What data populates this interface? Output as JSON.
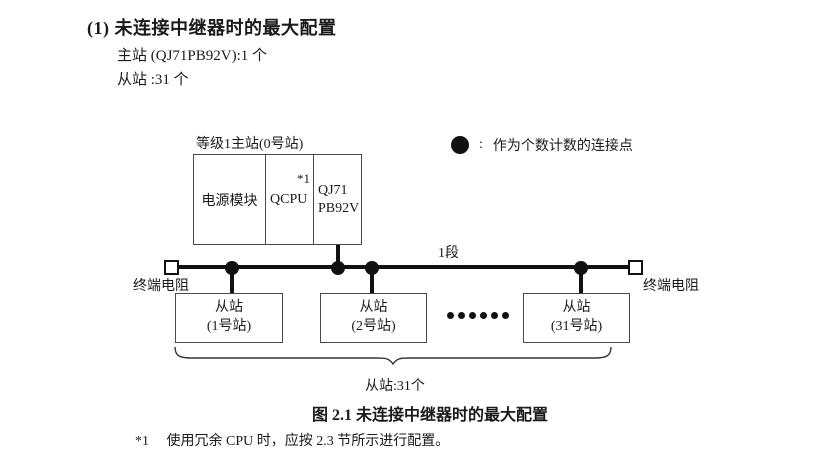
{
  "page": {
    "background": "#ffffff",
    "text_color": "#1a1a1a",
    "line_color": "#111111"
  },
  "header": {
    "title": "(1) 未连接中继器时的最大配置",
    "master_count_line": "主站 (QJ71PB92V):1 个",
    "slave_count_line": "从站 :31 个"
  },
  "diagram": {
    "master": {
      "label": "等级1主站(0号站)",
      "cells": [
        {
          "name": "电源模块"
        },
        {
          "name": "QCPU",
          "note": "*1"
        },
        {
          "name_line1": "QJ71",
          "name_line2": "PB92V"
        }
      ]
    },
    "legend": {
      "separator": ":",
      "label": "作为个数计数的连接点"
    },
    "bus": {
      "segment_label": "1段",
      "terminator_left_label": "终端电阻",
      "terminator_right_label": "终端电阻"
    },
    "slaves": [
      {
        "line1": "从站",
        "line2": "(1号站)"
      },
      {
        "line1": "从站",
        "line2": "(2号站)"
      },
      {
        "line1": "从站",
        "line2": "(31号站)"
      }
    ],
    "ellipsis_dots": 6,
    "brace_label": "从站:31个"
  },
  "caption": "图 2.1 未连接中继器时的最大配置",
  "footnote": {
    "marker": "*1",
    "text": "使用冗余 CPU 时，应按 2.3 节所示进行配置。"
  }
}
